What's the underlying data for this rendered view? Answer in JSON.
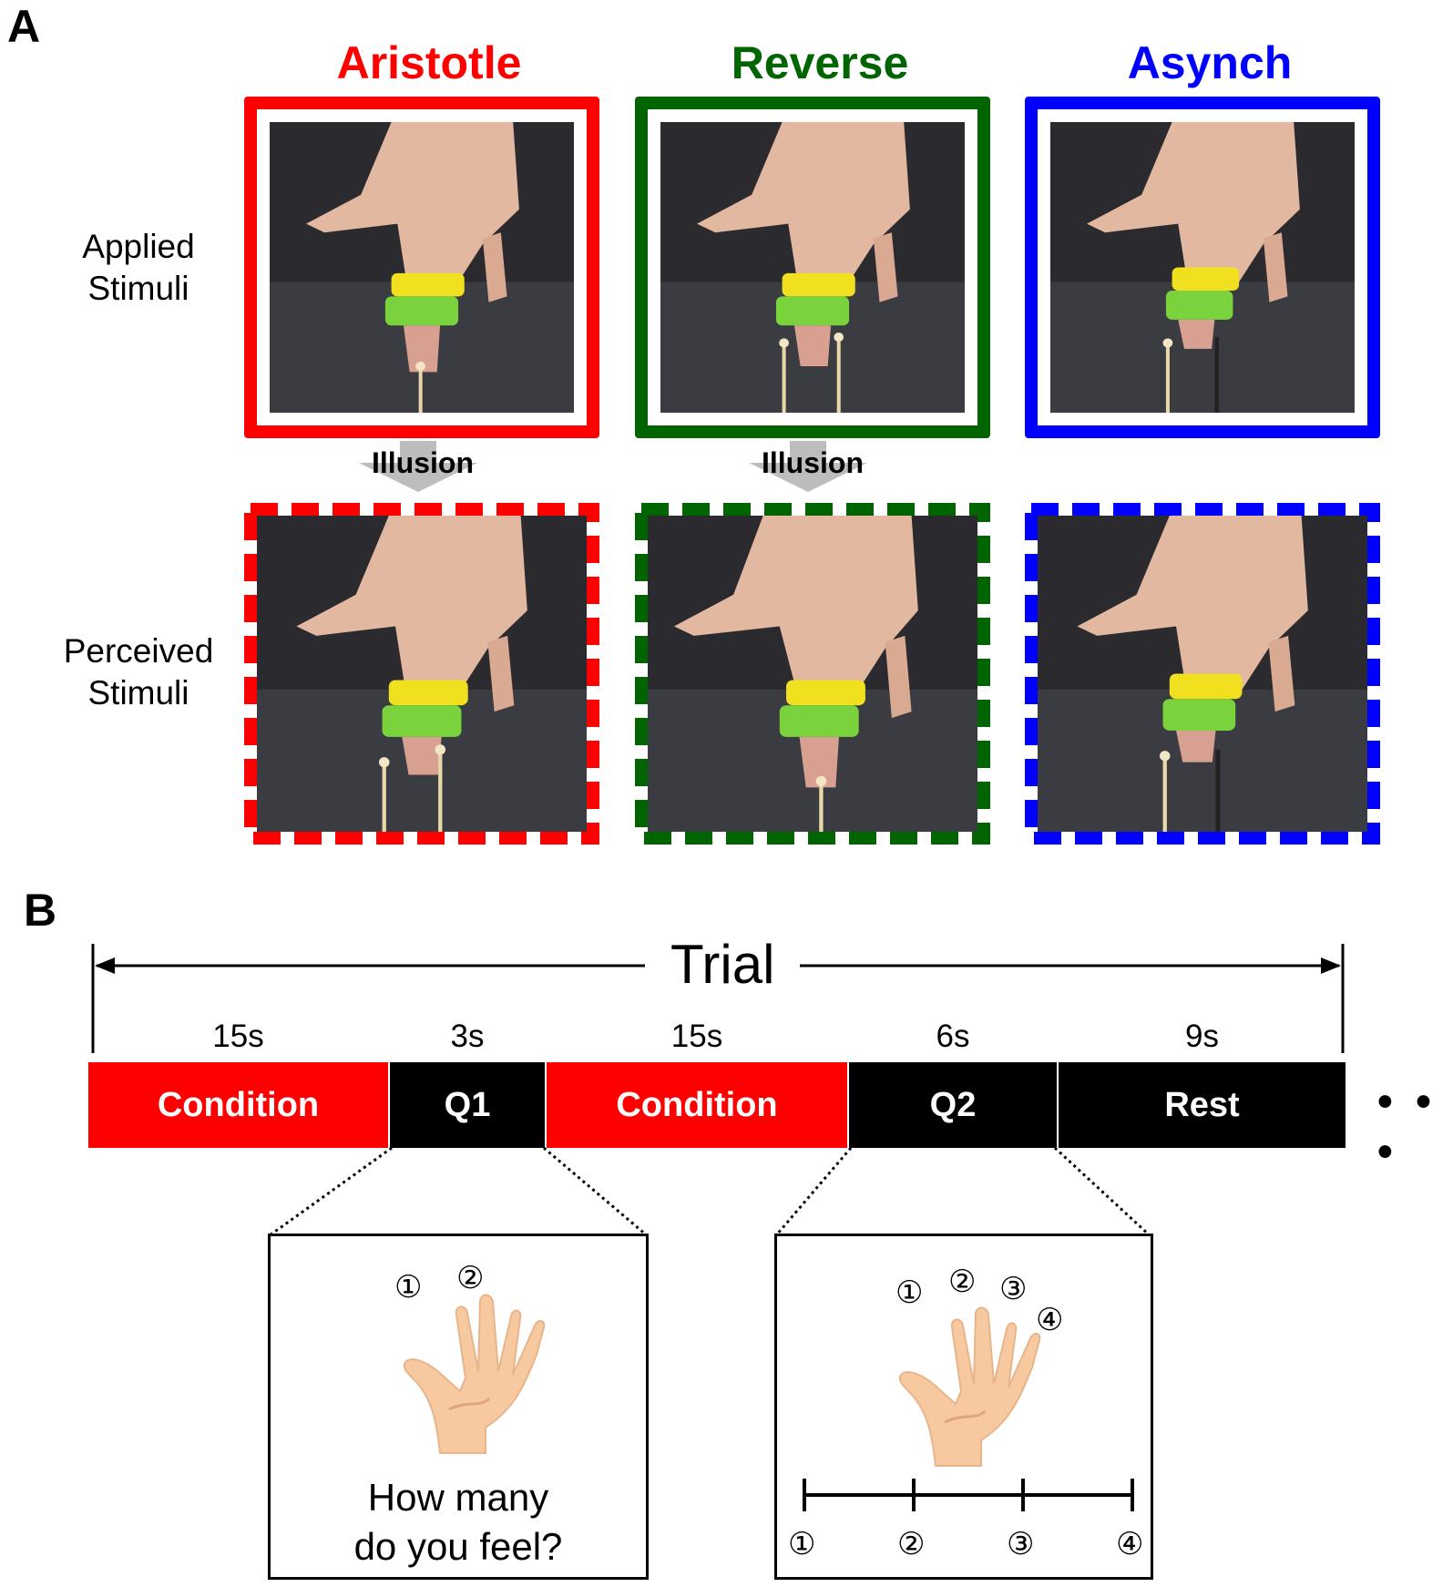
{
  "panel_a": {
    "letter": "A",
    "conditions": [
      {
        "title": "Aristotle",
        "color": "#ff0000"
      },
      {
        "title": "Reverse",
        "color": "#006400"
      },
      {
        "title": "Asynch",
        "color": "#0000ff"
      }
    ],
    "row_labels": {
      "applied_line1": "Applied",
      "applied_line2": "Stimuli",
      "perceived_line1": "Perceived",
      "perceived_line2": "Stimuli"
    },
    "illusion_label": "Illusion"
  },
  "panel_b": {
    "letter": "B",
    "trial_label": "Trial",
    "segments": [
      {
        "label": "Condition",
        "duration": "15s",
        "color": "#ff0000"
      },
      {
        "label": "Q1",
        "duration": "3s",
        "color": "#000000"
      },
      {
        "label": "Condition",
        "duration": "15s",
        "color": "#ff0000"
      },
      {
        "label": "Q2",
        "duration": "6s",
        "color": "#000000"
      },
      {
        "label": "Rest",
        "duration": "9s",
        "color": "#000000"
      }
    ],
    "ellipsis": "• • •",
    "q1": {
      "marks": [
        "①",
        "②"
      ],
      "question_line1": "How many",
      "question_line2": "do you feel?"
    },
    "q2": {
      "marks": [
        "①",
        "②",
        "③",
        "④"
      ],
      "scale": [
        "①",
        "②",
        "③",
        "④"
      ]
    }
  }
}
